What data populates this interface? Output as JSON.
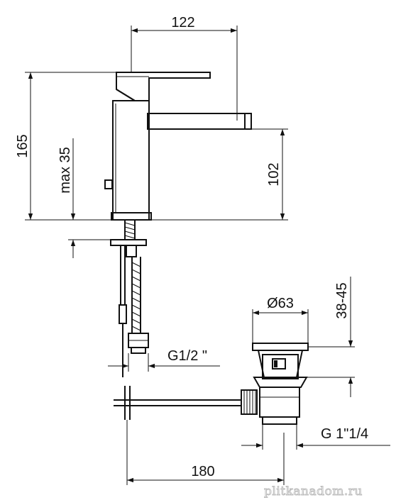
{
  "dimensions": {
    "width_top": "122",
    "height_total": "165",
    "max_deck": "max 35",
    "spout_height": "102",
    "waste_diameter": "Ø63",
    "waste_range": "38-45",
    "inlet_thread": "G1/2 \"",
    "waste_thread": "G 1\"1/4",
    "rod_length": "180"
  },
  "watermark": "plitkanadom.ru",
  "colors": {
    "line": "#111111",
    "background": "#ffffff",
    "watermark": "#bdbdbd"
  }
}
